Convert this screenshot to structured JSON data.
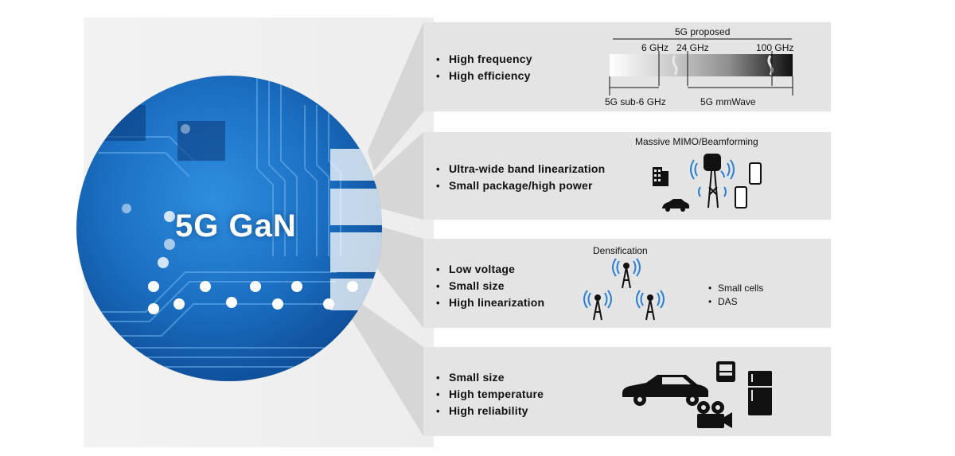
{
  "center": {
    "title": "5G GaN"
  },
  "panels": [
    {
      "bullets": [
        "High frequency",
        "High efficiency"
      ]
    },
    {
      "bullets": [
        "Ultra-wide band linearization",
        "Small package/high power"
      ],
      "caption": "Massive MIMO/Beamforming"
    },
    {
      "bullets": [
        "Low voltage",
        "Small size",
        "High linearization"
      ],
      "caption": "Densification",
      "side_list": [
        "Small cells",
        "DAS"
      ]
    },
    {
      "bullets": [
        "Small size",
        "High temperature",
        "High reliability"
      ]
    }
  ],
  "spectrum": {
    "proposed_label": "5G proposed",
    "tick_labels": [
      "6 GHz",
      "24 GHz",
      "100 GHz"
    ],
    "sub6_label": "5G sub-6 GHz",
    "mmwave_label": "5G mmWave"
  },
  "colors": {
    "panel_bg": "#e4e4e4",
    "connector": "#d0d0d0",
    "chip_blue": "#1e73c8",
    "text": "#111111"
  }
}
